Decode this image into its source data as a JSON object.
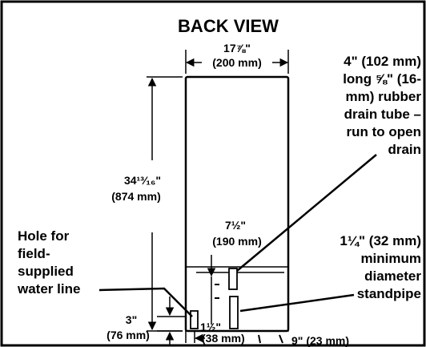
{
  "title": "BACK VIEW",
  "dimensions": {
    "width_in": "17⅞\"",
    "width_mm": "(200 mm)",
    "height_in": "34¹³⁄₁₆\"",
    "height_mm": "(874 mm)",
    "inner_in": "7½\"",
    "inner_mm": "(190 mm)",
    "bottom_in": "3\"",
    "bottom_mm": "(76 mm)",
    "offset_in": "1½\"",
    "offset_mm": "(38 mm)",
    "right_offset": "9\" (23 mm)"
  },
  "callouts": {
    "drain_tube": [
      "4\" (102 mm)",
      "long ⅝\" (16-",
      "mm) rubber",
      "drain tube –",
      "run to open",
      "drain"
    ],
    "water_line": [
      "Hole for",
      "field-",
      "supplied",
      "water line"
    ],
    "standpipe": [
      "1¼\" (32 mm)",
      "minimum",
      "diameter",
      "standpipe"
    ]
  }
}
